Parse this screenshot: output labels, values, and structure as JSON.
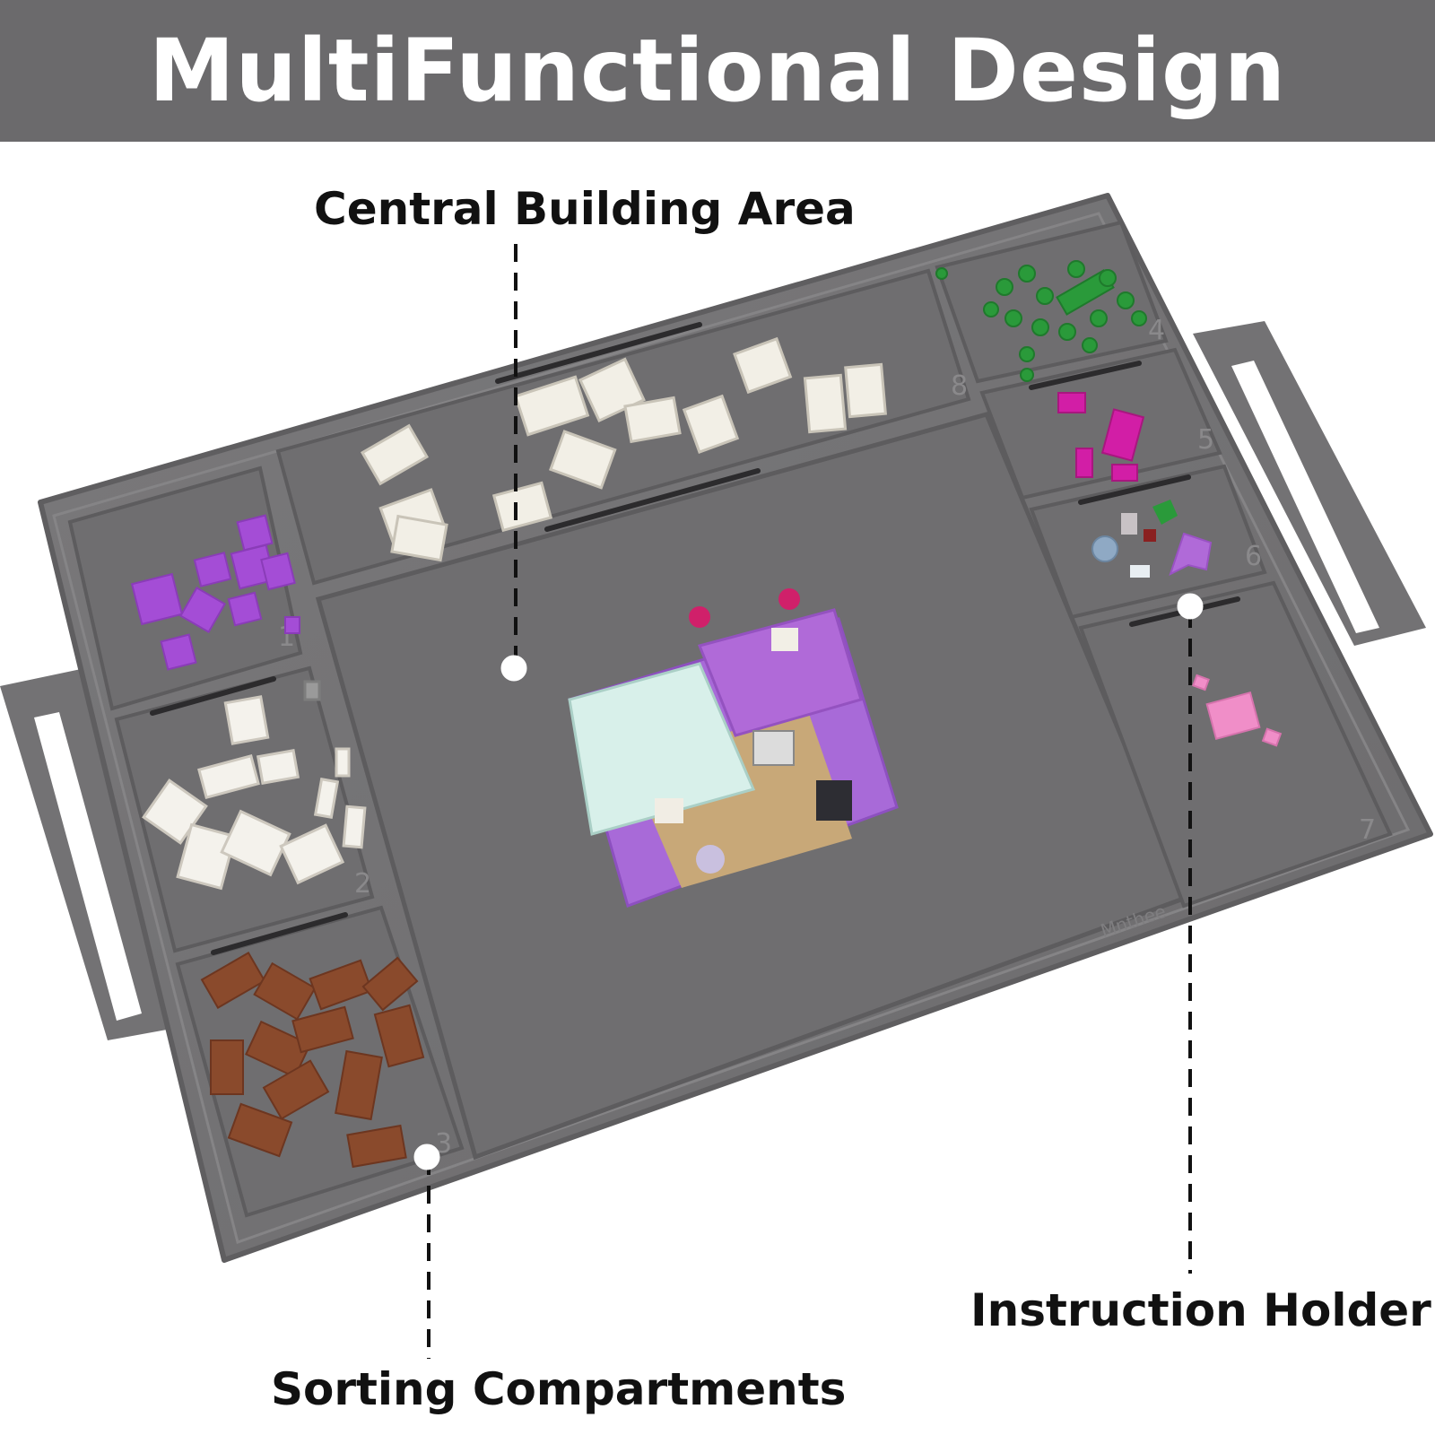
{
  "banner": {
    "title": "MultiFunctional Design"
  },
  "callouts": {
    "central": "Central Building Area",
    "instruction": "Instruction Holder",
    "sorting": "Sorting Compartments"
  },
  "mat": {
    "compartment_numbers": [
      "1",
      "2",
      "3",
      "4",
      "5",
      "6",
      "7",
      "8"
    ],
    "brand": "Mnthee"
  },
  "colors": {
    "banner": "#6b6a6c",
    "mat": "#737274",
    "mat_edge": "#626163",
    "tray_floor": "#6f6e70",
    "handle_cutout": "#ffffff"
  }
}
